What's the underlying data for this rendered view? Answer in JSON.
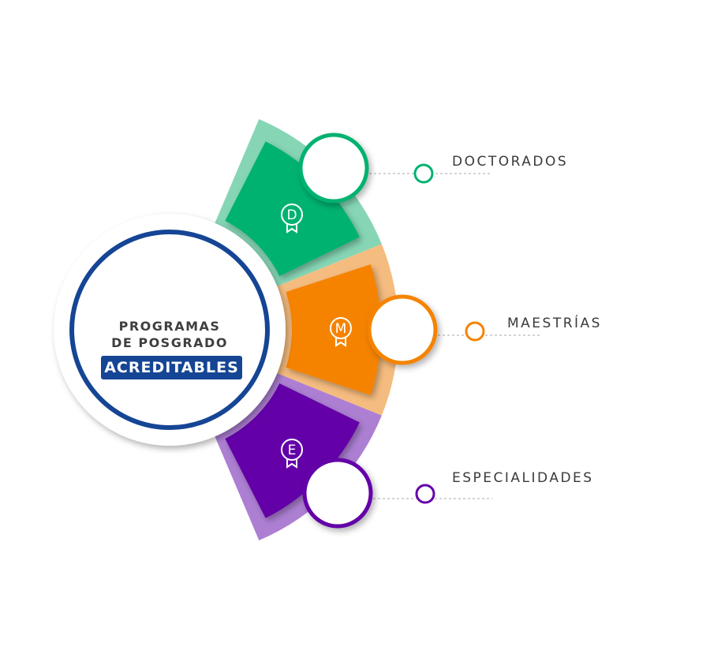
{
  "center": {
    "line1": "PROGRAMAS",
    "line2": "DE POSGRADO",
    "badge": "ACREDITABLES"
  },
  "items": [
    {
      "label": "DOCTORADOS",
      "letter": "D",
      "color": "#00b26f",
      "light": "#86d6b5"
    },
    {
      "label": "MAESTRÍAS",
      "letter": "M",
      "color": "#f58300",
      "light": "#f5bc80"
    },
    {
      "label": "ESPECIALIDADES",
      "letter": "E",
      "color": "#6400a8",
      "light": "#ad7fd3"
    }
  ],
  "accent": "#154594"
}
